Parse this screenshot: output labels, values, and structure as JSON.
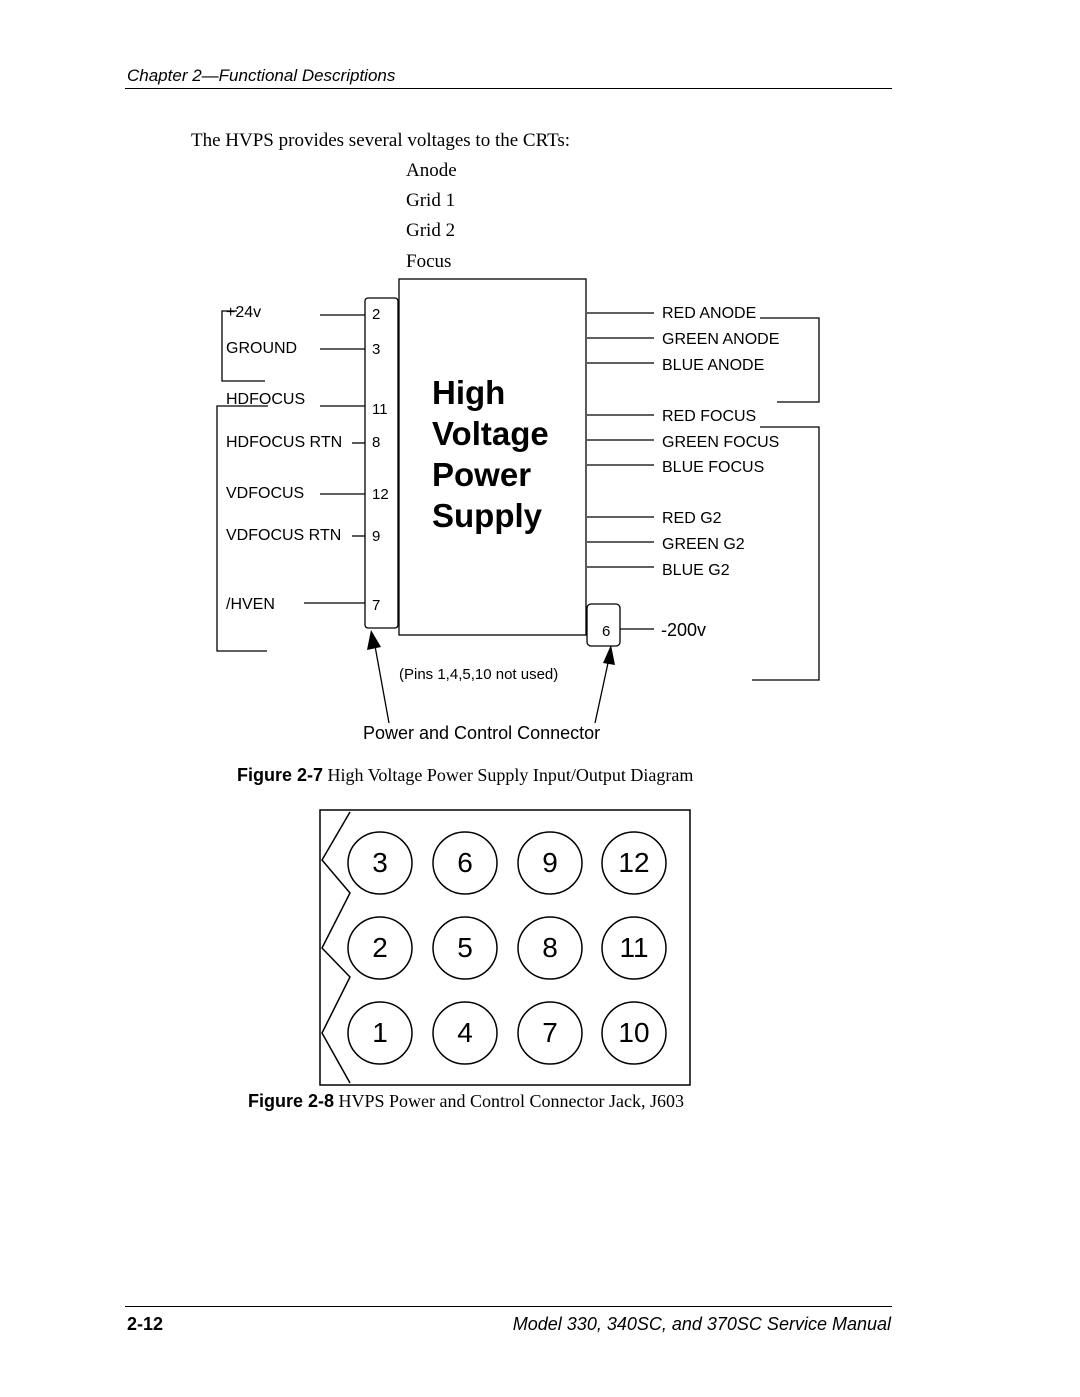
{
  "header": {
    "chapter": "Chapter 2—Functional Descriptions"
  },
  "intro": {
    "text": "The HVPS provides several voltages to the CRTs:",
    "voltages": [
      "Anode",
      "Grid 1",
      "Grid 2",
      "Focus"
    ]
  },
  "figure7": {
    "box_title": [
      "High",
      "Voltage",
      "Power",
      "Supply"
    ],
    "inputs": [
      {
        "label": "+24v",
        "pin": "2"
      },
      {
        "label": "GROUND",
        "pin": "3"
      },
      {
        "label": "HDFOCUS",
        "pin": "11"
      },
      {
        "label": "HDFOCUS RTN",
        "pin": "8"
      },
      {
        "label": "VDFOCUS",
        "pin": "12"
      },
      {
        "label": "VDFOCUS RTN",
        "pin": "9"
      },
      {
        "label": "/HVEN",
        "pin": "7"
      }
    ],
    "outputs": [
      "RED ANODE",
      "GREEN ANODE",
      "BLUE ANODE",
      "RED FOCUS",
      "GREEN FOCUS",
      "BLUE FOCUS",
      "RED G2",
      "GREEN G2",
      "BLUE G2"
    ],
    "pin6": {
      "pin": "6",
      "label": "-200v"
    },
    "pins_note": "(Pins 1,4,5,10 not used)",
    "connector_label": "Power and Control Connector",
    "caption_num": "Figure 2-7",
    "caption_text": "High Voltage Power Supply Input/Output Diagram"
  },
  "figure8": {
    "rows": [
      [
        "3",
        "6",
        "9",
        "12"
      ],
      [
        "2",
        "5",
        "8",
        "11"
      ],
      [
        "1",
        "4",
        "7",
        "10"
      ]
    ],
    "caption_num": "Figure 2-8",
    "caption_text": "HVPS Power and Control Connector Jack, J603"
  },
  "footer": {
    "page": "2-12",
    "title": "Model 330, 340SC, and 370SC Service Manual"
  }
}
